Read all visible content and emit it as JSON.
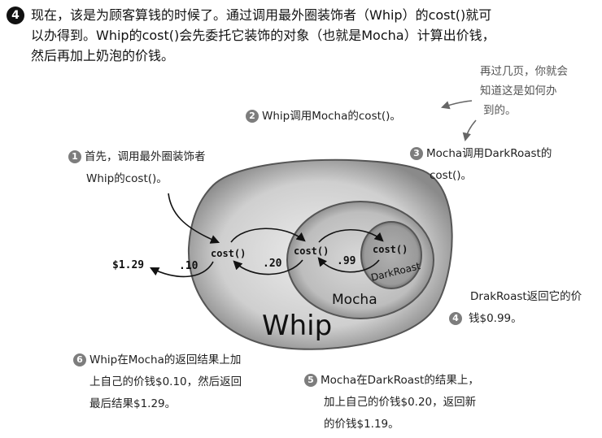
{
  "intro": {
    "number": "4",
    "lines": [
      "现在，该是为顾客算钱的时候了。通过调用最外圈装饰者（Whip）的cost()就可",
      "以办得到。Whip的cost()会先委托它装饰的对象（也就是Mocha）计算出价钱，",
      "然后再加上奶泡的价钱。"
    ]
  },
  "steps": {
    "s1": {
      "num": "1",
      "lines": [
        "首先，调用最外圈装饰者",
        "Whip的cost()。"
      ]
    },
    "s2": {
      "num": "2",
      "lines": [
        "Whip调用Mocha的cost()。"
      ]
    },
    "s3": {
      "num": "3",
      "lines": [
        "Mocha调用DarkRoast的",
        "cost()。"
      ]
    },
    "s4": {
      "num": "4",
      "lines": [
        "DrakRoast返回它的价",
        "钱$0.99。"
      ]
    },
    "s5": {
      "num": "5",
      "lines": [
        "Mocha在DarkRoast的结果上，",
        "加上自己的价钱$0.20，返回新",
        "的价钱$1.19。"
      ]
    },
    "s6": {
      "num": "6",
      "lines": [
        "Whip在Mocha的返回结果上加",
        "上自己的价钱$0.10，然后返回",
        "最后结果$1.29。"
      ]
    }
  },
  "note": {
    "lines": [
      "再过几页，你就会",
      "知道这是如何办",
      "到的。"
    ]
  },
  "diagram": {
    "whip_label": "Whip",
    "mocha_label": "Mocha",
    "darkroast_label": "DarkRoast",
    "cost_call": "cost()",
    "total": "$1.29",
    "whip_price": ".10",
    "mocha_price": ".20",
    "darkroast_price": ".99"
  }
}
